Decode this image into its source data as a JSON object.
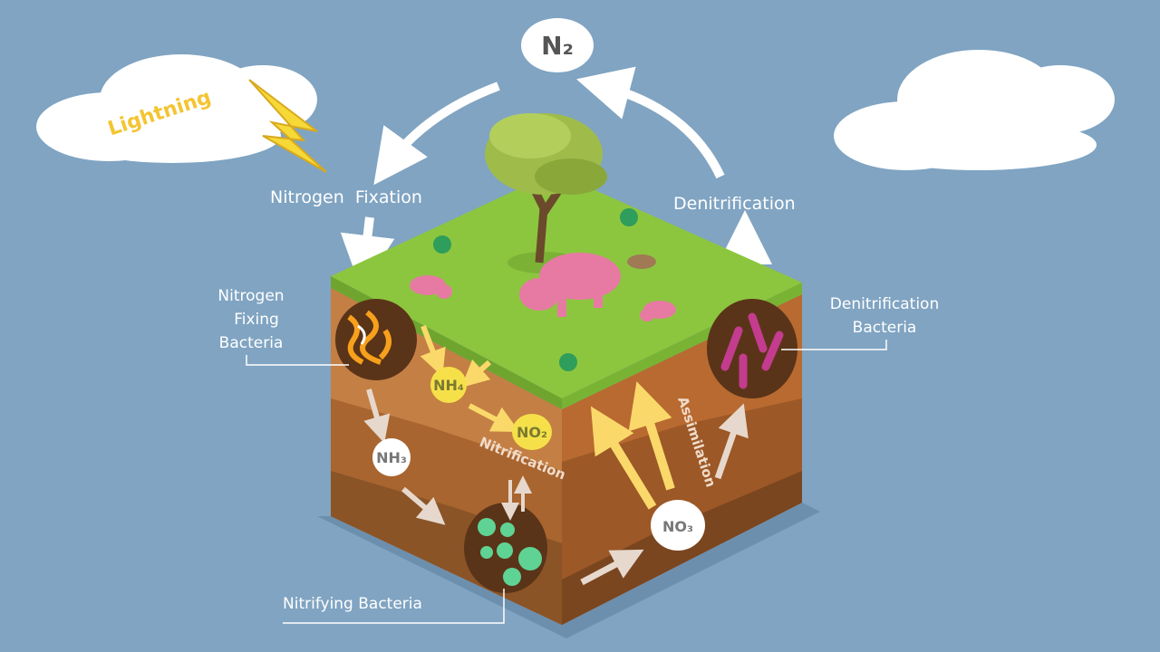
{
  "labels": {
    "n2": "N₂",
    "lightning": "Lightning",
    "nitrogen_fixation": "Nitrogen  Fixation",
    "denitrification": "Denitrification",
    "nitrogen_fixing_bacteria": [
      "Nitrogen",
      "Fixing",
      "Bacteria"
    ],
    "denitrification_bacteria": [
      "Denitrification",
      "Bacteria"
    ],
    "nitrifying_bacteria": "Nitrifying Bacteria",
    "nitrification": "Nitrification",
    "assimilation": "Assimilation",
    "nh4": "NH₄",
    "no2": "NO₂",
    "nh3": "NH₃",
    "no3": "NO₃"
  },
  "colors": {
    "background": "#80a4c2",
    "grass": "#8cc63f",
    "soil": "#b8733a",
    "soil_dark": "#8a5427",
    "yellow": "#f6e04a",
    "arrow_white": "#ffffff"
  }
}
